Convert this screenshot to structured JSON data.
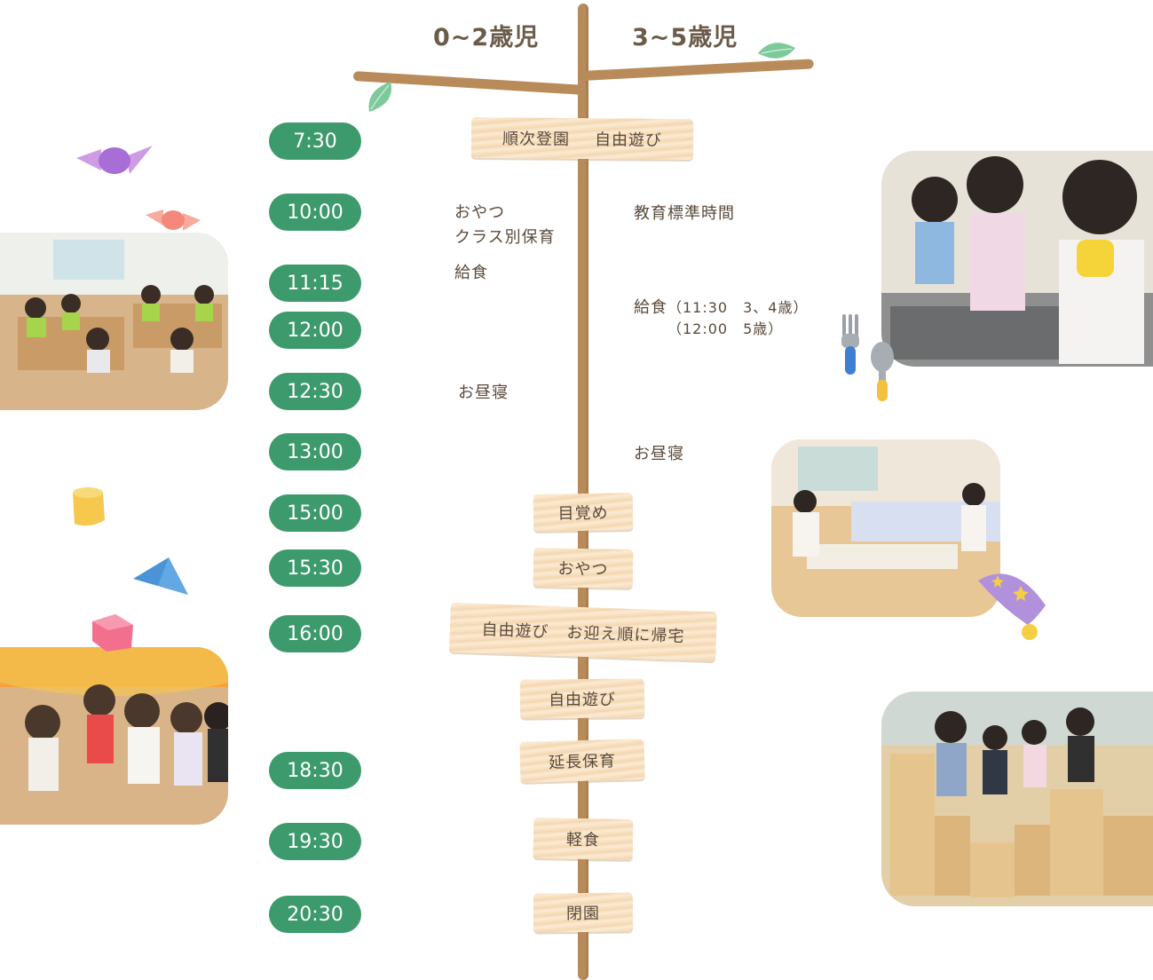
{
  "headers": {
    "left": "0~2歳児",
    "right": "3~5歳児"
  },
  "times": [
    "7:30",
    "10:00",
    "11:15",
    "12:00",
    "12:30",
    "13:00",
    "15:00",
    "15:30",
    "16:00",
    "18:30",
    "19:30",
    "20:30"
  ],
  "boards": {
    "arrival": {
      "a": "順次登園",
      "b": "自由遊び"
    },
    "wake": "目覚め",
    "snack": "おやつ",
    "pickup": {
      "a": "自由遊び",
      "b": "お迎え順に帰宅"
    },
    "freeplay": "自由遊び",
    "extended": "延長保育",
    "light_meal": "軽食",
    "closing": "閉園"
  },
  "infant": {
    "snack": "おやつ",
    "class_care": "クラス別保育",
    "lunch": "給食",
    "nap": "お昼寝"
  },
  "older": {
    "standard_hours": "教育標準時間",
    "lunch_label": "給食",
    "lunch_time1": "（11:30　3、4歳）",
    "lunch_time2": "（12:00　5歳）",
    "nap": "お昼寝"
  },
  "icons": [
    "leaf-icon",
    "candy-icon",
    "marshmallow-icon",
    "triangle-block-icon",
    "cube-block-icon",
    "fork-icon",
    "spoon-icon",
    "star-hat-icon"
  ],
  "colors": {
    "pill": "#3d9a6c",
    "wood": "#b98b5a",
    "board": "#f8dfbd",
    "text": "#5a4a3c"
  }
}
